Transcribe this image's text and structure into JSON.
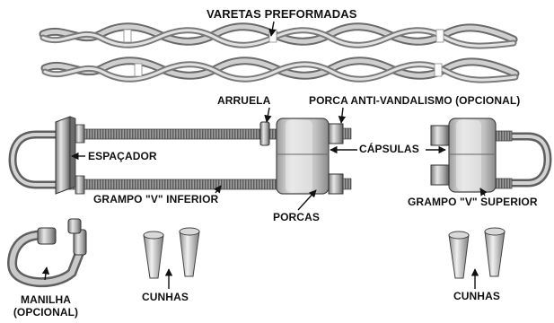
{
  "labels": {
    "varetas": "VARETAS PREFORMADAS",
    "arruela": "ARRUELA",
    "porca_anti": "PORCA ANTI-VANDALISMO (OPCIONAL)",
    "espacador": "ESPAÇADOR",
    "capsulas": "CÁPSULAS",
    "grampo_inferior": "GRAMPO \"V\" INFERIOR",
    "porcas": "PORCAS",
    "grampo_superior": "GRAMPO \"V\" SUPERIOR",
    "manilha_line1": "MANILHA",
    "manilha_line2": "(OPCIONAL)",
    "cunhas_left": "CUNHAS",
    "cunhas_right": "CUNHAS"
  }
}
